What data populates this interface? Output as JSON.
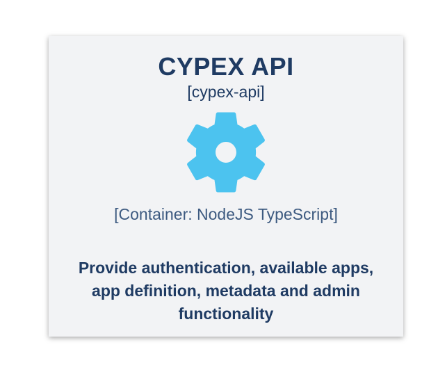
{
  "node": {
    "title": "CYPEX API",
    "id_label": "[cypex-api]",
    "icon": "gear-icon",
    "technology": "[Container: NodeJS TypeScript]",
    "description": "Provide authentication, available apps, app definition, metadata and admin functionality",
    "colors": {
      "card_background": "#f2f3f5",
      "title_text": "#1f3b63",
      "technology_text": "#3d5a80",
      "icon_fill": "#4cc3ef"
    }
  }
}
